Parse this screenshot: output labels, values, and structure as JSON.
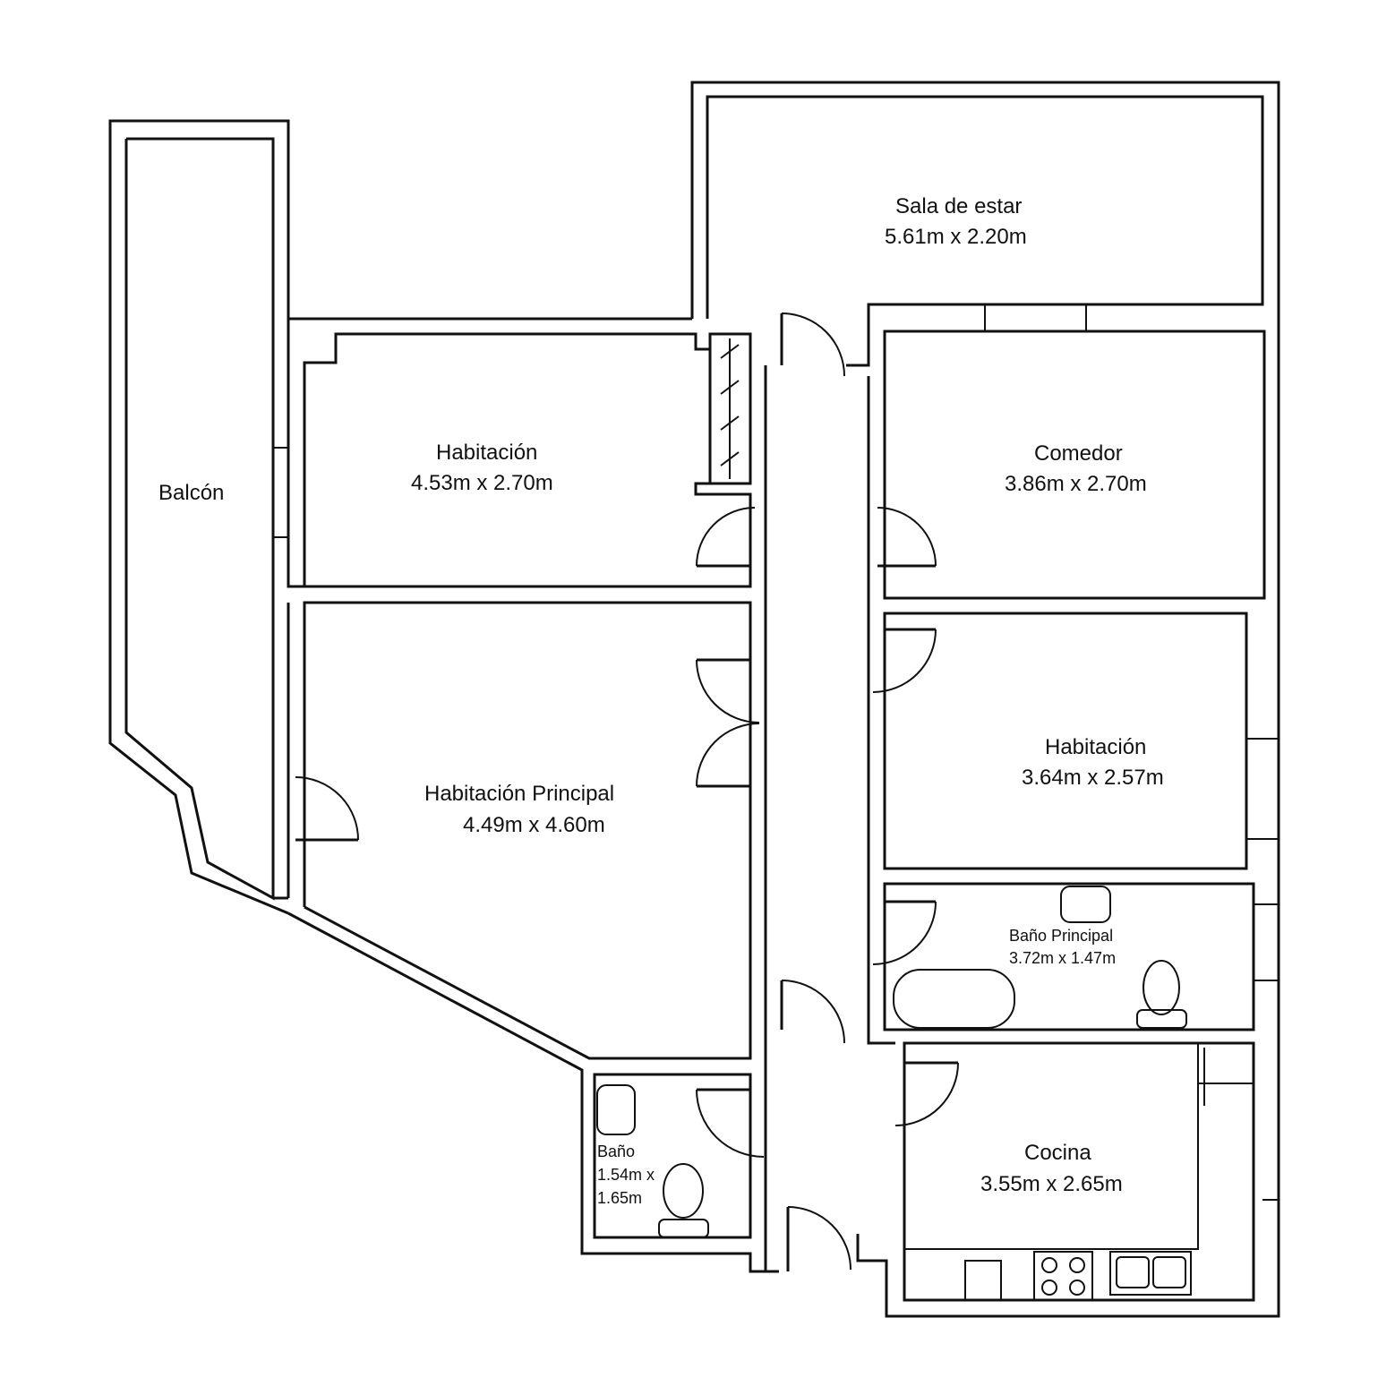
{
  "rooms": {
    "sala": {
      "name": "Sala de estar",
      "size": "5.61m x 2.20m"
    },
    "habitacion1": {
      "name": "Habitación",
      "size": "4.53m x 2.70m"
    },
    "balcon": {
      "name": "Balcón"
    },
    "comedor": {
      "name": "Comedor",
      "size": "3.86m x 2.70m"
    },
    "habitacion2": {
      "name": "Habitación",
      "size": "3.64m x 2.57m"
    },
    "principal": {
      "name": "Habitación Principal",
      "size": "4.49m x 4.60m"
    },
    "bano_principal": {
      "name": "Baño Principal",
      "size": "3.72m x 1.47m"
    },
    "bano": {
      "name": "Baño",
      "size_a": "1.54m x",
      "size_b": "1.65m"
    },
    "cocina": {
      "name": "Cocina",
      "size": "3.55m x 2.65m"
    }
  }
}
